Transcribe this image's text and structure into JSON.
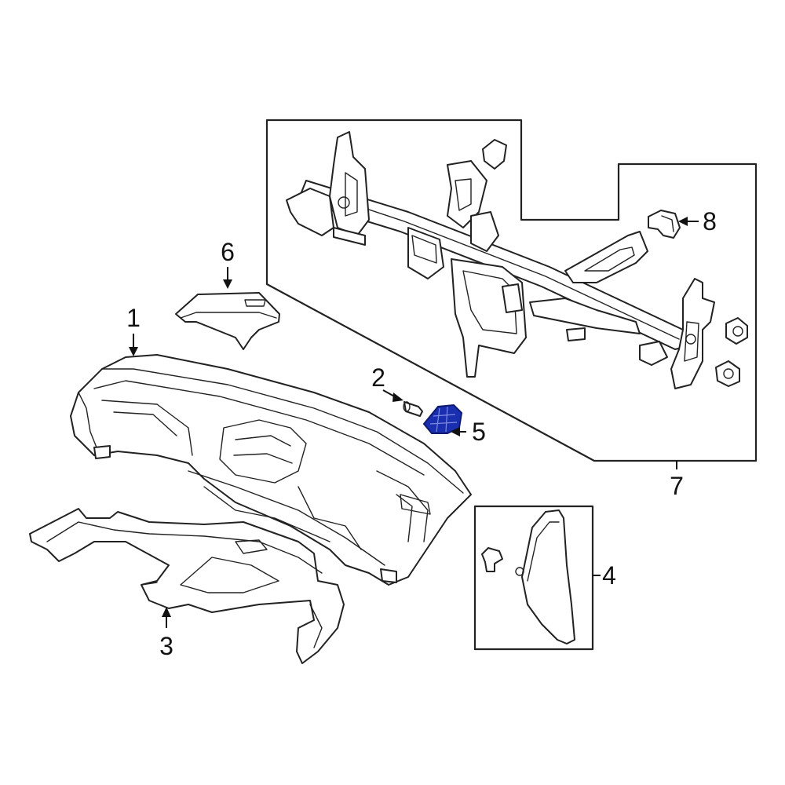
{
  "callouts": {
    "c1": "1",
    "c2": "2",
    "c3": "3",
    "c4": "4",
    "c5": "5",
    "c6": "6",
    "c7": "7",
    "c8": "8"
  },
  "highlight_color": "#1a2fb0",
  "line_color": "#222222"
}
